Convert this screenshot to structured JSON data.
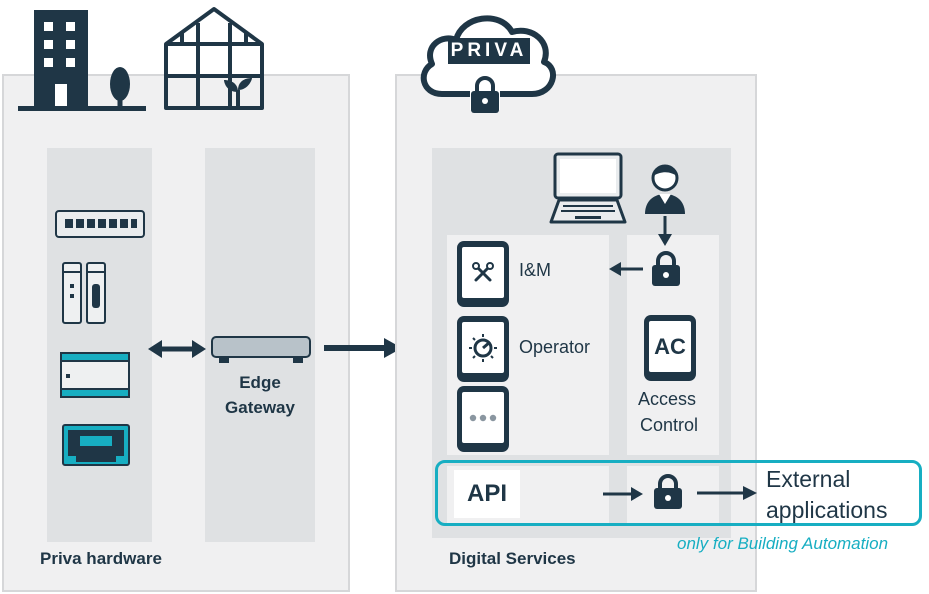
{
  "left_panel": {
    "caption": "Priva hardware",
    "gateway_label_line1": "Edge",
    "gateway_label_line2": "Gateway"
  },
  "right_panel": {
    "caption": "Digital Services",
    "cloud_brand": "PRIVA",
    "apps": [
      {
        "label": "I&M",
        "icon": "tools-icon"
      },
      {
        "label": "Operator",
        "icon": "sun-dial-icon"
      },
      {
        "label": "",
        "icon": "more-dots-icon"
      }
    ],
    "access_control": {
      "tile_text": "AC",
      "line1": "Access",
      "line2": "Control"
    },
    "api_label": "API",
    "external": {
      "line1": "External",
      "line2": "applications"
    },
    "note": "only for Building Automation"
  },
  "colors": {
    "navy": "#1f3646",
    "teal_highlight": "#17aec2",
    "panel": "#f0f0f1",
    "column": "#dfe1e3"
  }
}
